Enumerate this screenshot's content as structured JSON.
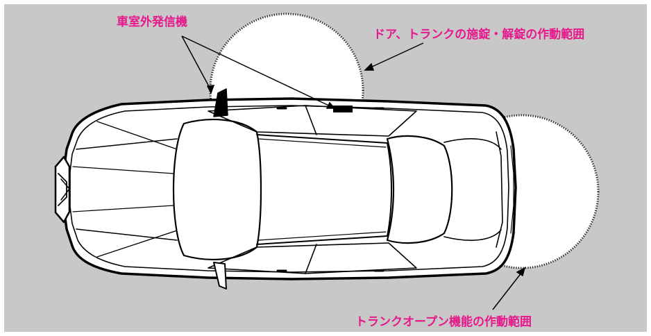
{
  "labels": {
    "antenna": "車室外発信機",
    "door_trunk_range": "ドア、トランクの施錠・解錠の作動範囲",
    "trunk_open_range": "トランクオープン機能の作動範囲"
  },
  "colors": {
    "label": "#e6198c",
    "background": "#c8c8c8",
    "car_fill": "#ffffff",
    "outline": "#000000",
    "range_border": "#1a1a1a"
  }
}
